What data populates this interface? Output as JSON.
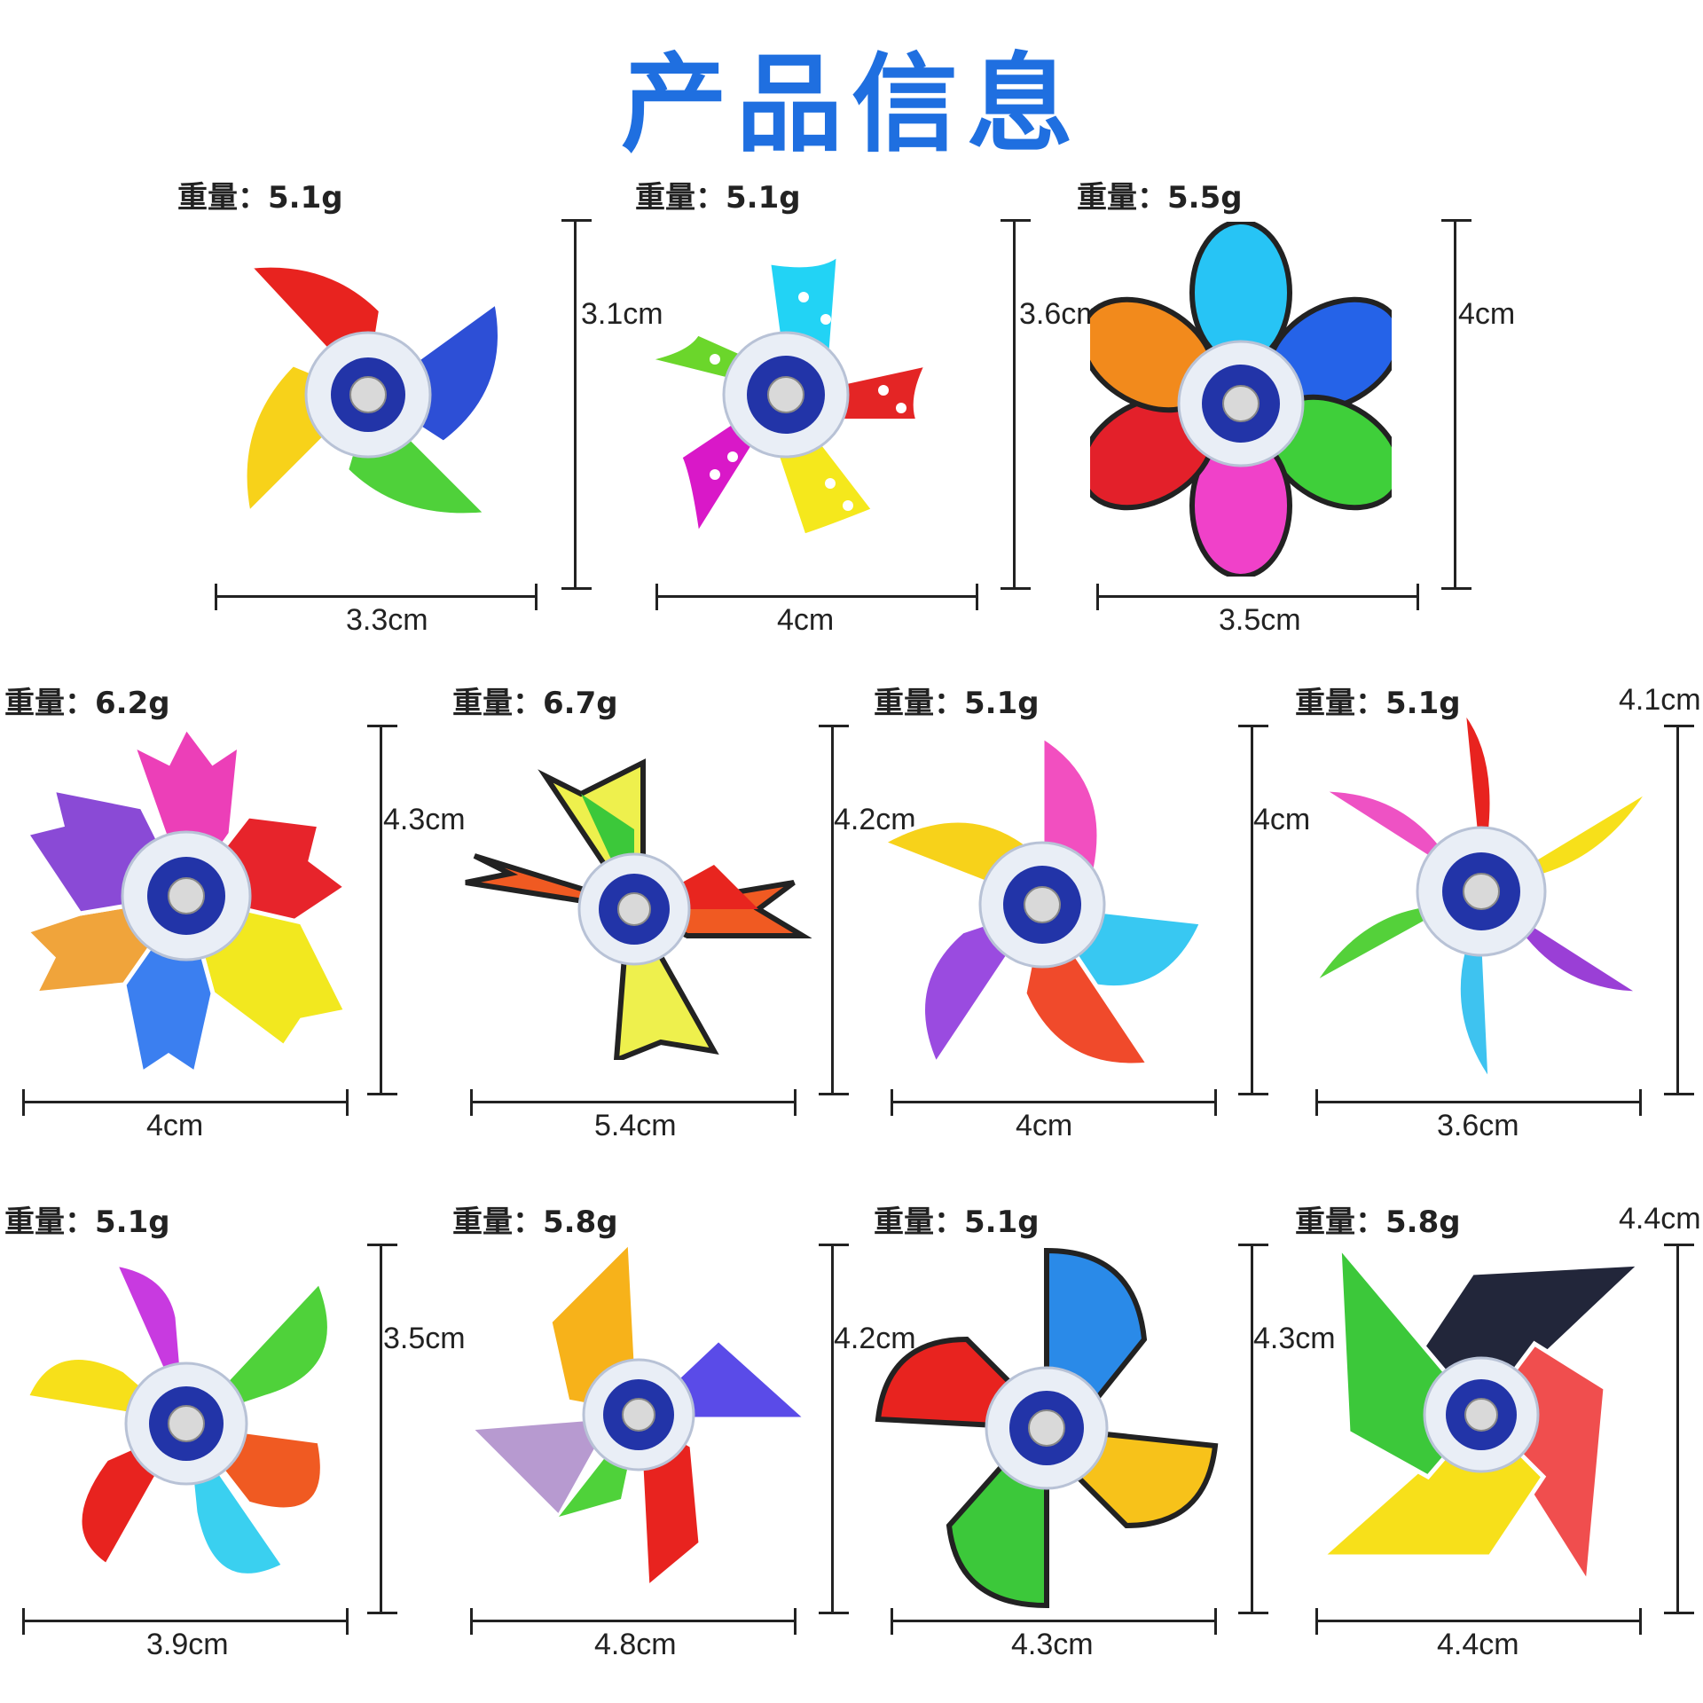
{
  "title": "产品信息",
  "products": [
    {
      "weight": "重量：5.1g",
      "width": "3.3cm",
      "height": "3.1cm",
      "icon": "pinwheel-4-blade-icon",
      "colors": [
        "#e8231f",
        "#2d4fd6",
        "#4fd13a",
        "#f7d21a"
      ]
    },
    {
      "weight": "重量：5.1g",
      "width": "4cm",
      "height": "3.6cm",
      "icon": "polka-dot-pinwheel-icon",
      "colors": [
        "#22d3f5",
        "#e42525",
        "#f5e81c",
        "#d918c8",
        "#6bd62b"
      ]
    },
    {
      "weight": "重量：5.5g",
      "width": "3.5cm",
      "height": "4cm",
      "icon": "six-petal-flower-icon",
      "colors": [
        "#27c4f5",
        "#2563e8",
        "#3fcf3a",
        "#f041c9",
        "#e3202a",
        "#f28a1c"
      ]
    },
    {
      "weight": "重量：6.2g",
      "width": "4cm",
      "height": "4.3cm",
      "icon": "sakura-flower-icon",
      "colors": [
        "#ec3fb8",
        "#e7242b",
        "#f2e81f",
        "#3b7ff0",
        "#f0a43b",
        "#8a4ad6"
      ]
    },
    {
      "weight": "重量：6.7g",
      "width": "5.4cm",
      "height": "4.2cm",
      "icon": "paper-pinwheel-icon",
      "colors": [
        "#f05a22",
        "#e8251f",
        "#eef04d",
        "#3cc83a"
      ]
    },
    {
      "weight": "重量：5.1g",
      "width": "4cm",
      "height": "4cm",
      "icon": "gradient-pinwheel-icon",
      "colors": [
        "#f24fc0",
        "#38c8f2",
        "#f04a2b",
        "#9a4be0",
        "#f7d21a"
      ]
    },
    {
      "weight": "重量：5.1g",
      "width": "3.6cm",
      "height": "4.1cm",
      "icon": "curved-blade-pinwheel-icon",
      "colors": [
        "#e8231f",
        "#f7e01a",
        "#9a3fd6",
        "#3ec3f0",
        "#54d13a",
        "#ee52c4"
      ]
    },
    {
      "weight": "重量：5.1g",
      "width": "3.9cm",
      "height": "3.5cm",
      "icon": "butterfly-flower-icon",
      "colors": [
        "#c83ae0",
        "#4fd23a",
        "#f05a22",
        "#3ad0f0",
        "#e8231f",
        "#f7e01a"
      ]
    },
    {
      "weight": "重量：5.8g",
      "width": "4.8cm",
      "height": "4.2cm",
      "icon": "triangle-pinwheel-icon",
      "colors": [
        "#f7b21a",
        "#5a4be8",
        "#e8231f",
        "#b79ad0",
        "#4fd23a"
      ]
    },
    {
      "weight": "重量：5.1g",
      "width": "4.3cm",
      "height": "4.3cm",
      "icon": "fan-pinwheel-icon",
      "colors": [
        "#2a8ae8",
        "#f7c21a",
        "#3cc83a",
        "#e8231f"
      ]
    },
    {
      "weight": "重量：5.8g",
      "width": "4.4cm",
      "height": "4.4cm",
      "icon": "dark-pinwheel-icon",
      "colors": [
        "#22263a",
        "#f04e4e",
        "#f7e01a",
        "#3cc83a"
      ]
    }
  ]
}
